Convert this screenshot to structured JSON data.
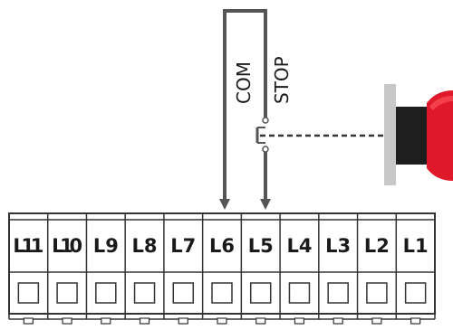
{
  "terminal_block": {
    "terminals": [
      "L11",
      "L10",
      "L9",
      "L8",
      "L7",
      "L6",
      "L5",
      "L4",
      "L3",
      "L2",
      "L1"
    ]
  },
  "wires": {
    "com_label": "COM",
    "stop_label": "STOP",
    "color": "#555555"
  },
  "stop_button": {
    "colors": {
      "housing": "#c8c8c8",
      "body": "#1e1e1e",
      "cap": "#e0192a"
    }
  }
}
